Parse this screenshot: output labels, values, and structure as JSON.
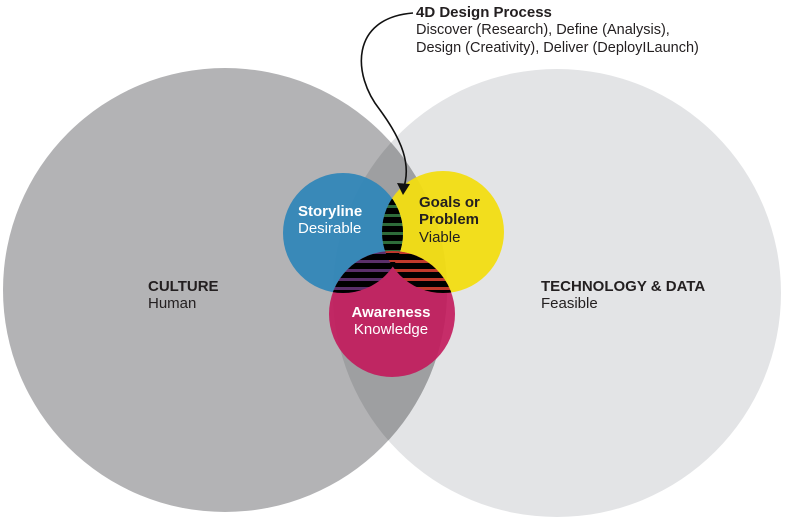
{
  "colors": {
    "culture": "#b3b3b5",
    "technology": "#e3e4e6",
    "storyline": "#2f86b8",
    "goals": "#f2dd12",
    "awareness": "#c2185b",
    "stripes": "#000000"
  },
  "process": {
    "title": "4D Design Process",
    "line1": "Discover (Research), Define (Analysis),",
    "line2": "Design (Creativity), Deliver (DeployILaunch)"
  },
  "culture": {
    "title": "CULTURE",
    "subtitle": "Human"
  },
  "technology": {
    "title": "TECHNOLOGY & DATA",
    "subtitle": "Feasible"
  },
  "storyline": {
    "title": "Storyline",
    "subtitle": "Desirable"
  },
  "goals": {
    "title1": "Goals or",
    "title2": "Problem",
    "subtitle": "Viable"
  },
  "awareness": {
    "title": "Awareness",
    "subtitle": "Knowledge"
  }
}
